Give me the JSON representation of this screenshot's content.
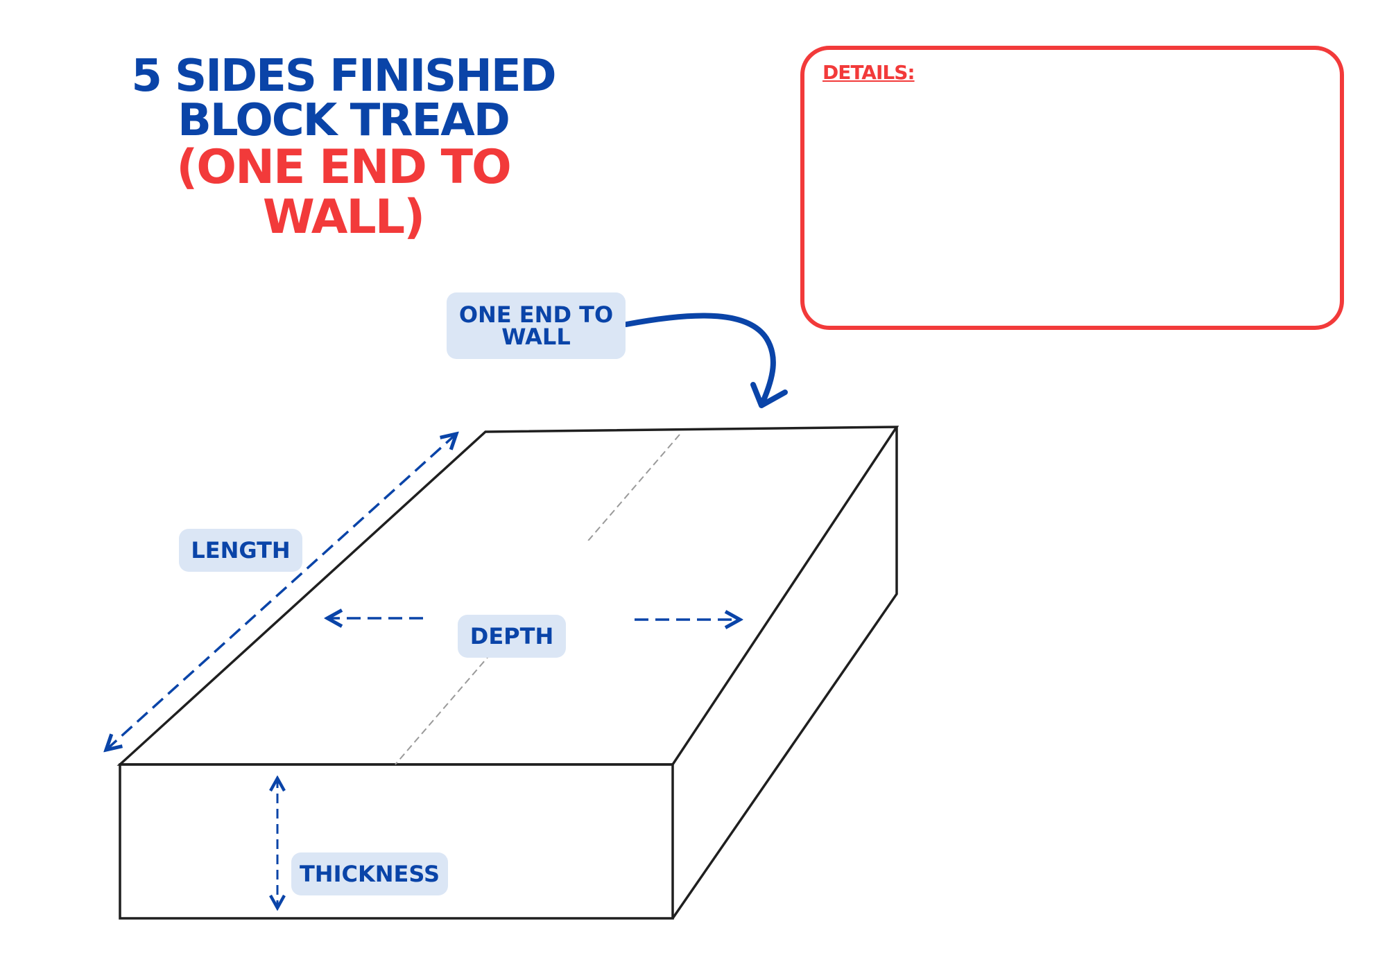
{
  "title": {
    "line1": "5 SIDES FINISHED",
    "line2": "BLOCK TREAD",
    "line3": "(ONE END TO WALL)"
  },
  "details": {
    "label": "DETAILS:"
  },
  "labels": {
    "wall_line1": "ONE END TO",
    "wall_line2": "WALL",
    "length": "LENGTH",
    "depth": "DEPTH",
    "thickness": "THICKNESS"
  },
  "colors": {
    "blue": "#0a44a8",
    "red": "#f23a3a",
    "tag_background": "#dbe6f5",
    "outline": "#1f1f1f"
  }
}
